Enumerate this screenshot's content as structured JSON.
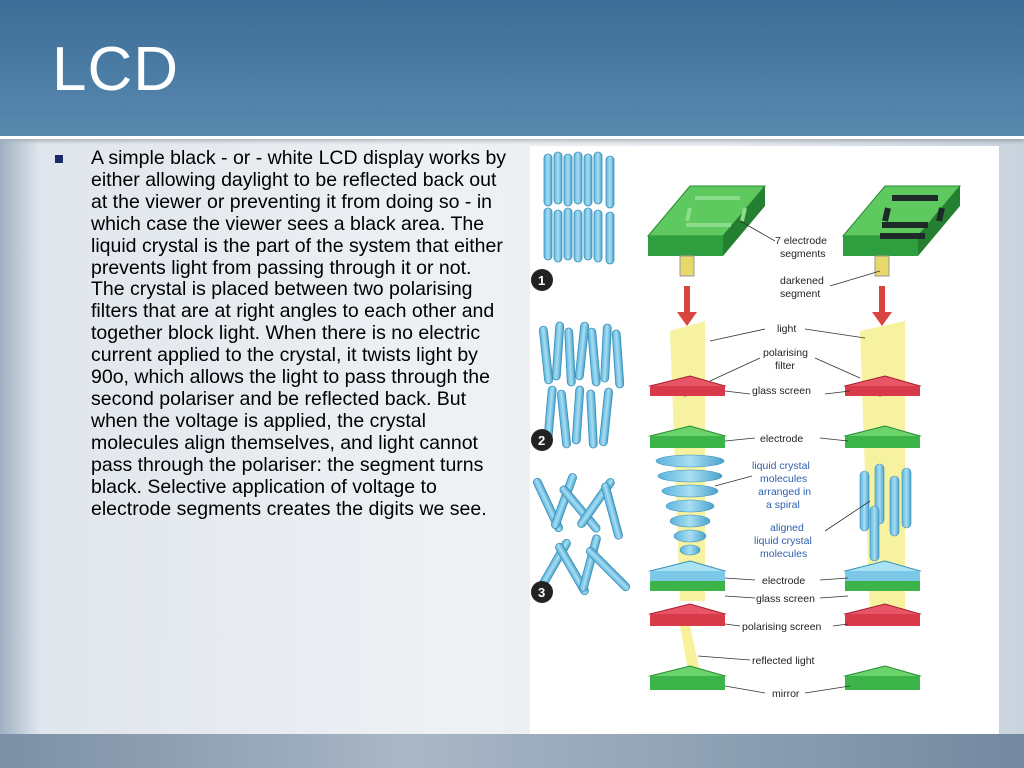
{
  "slide": {
    "title": "LCD",
    "paragraphs": [
      "A simple black - or - white LCD display works by either allowing daylight to be reflected back out at the viewer or preventing it from doing so - in which case the viewer sees a black area. The liquid crystal is the part of the system that either prevents light from passing through it or not.",
      "The crystal is placed between two polarising filters that are at right angles to each other and together block light. When there is no electric current applied to the crystal, it twists light by 90o, which allows the light to pass through the second polariser and be reflected back. But when the voltage is applied, the crystal molecules align themselves, and light cannot pass through the polariser: the segment turns black. Selective application of voltage to electrode segments creates the digits we see."
    ]
  },
  "diagram": {
    "numbers": [
      "1",
      "2",
      "3"
    ],
    "labels": {
      "electrode_segments_1": "7 electrode",
      "electrode_segments_2": "segments",
      "darkened_1": "darkened",
      "darkened_2": "segment",
      "light": "light",
      "polarising_filter_1": "polarising",
      "polarising_filter_2": "filter",
      "glass_screen_top": "glass screen",
      "electrode_top": "electrode",
      "spiral_1": "liquid crystal",
      "spiral_2": "molecules",
      "spiral_3": "arranged in",
      "spiral_4": "a spiral",
      "aligned_1": "aligned",
      "aligned_2": "liquid crystal",
      "aligned_3": "molecules",
      "electrode_bottom": "electrode",
      "glass_screen_bottom": "glass screen",
      "polarising_screen": "polarising screen",
      "reflected_light": "reflected light",
      "mirror": "mirror"
    },
    "colors": {
      "green": "#3db44a",
      "yellow": "#f6f19a",
      "red": "#d93a4a",
      "cyan": "#7cc8e8",
      "arrow": "#d9453f"
    }
  }
}
